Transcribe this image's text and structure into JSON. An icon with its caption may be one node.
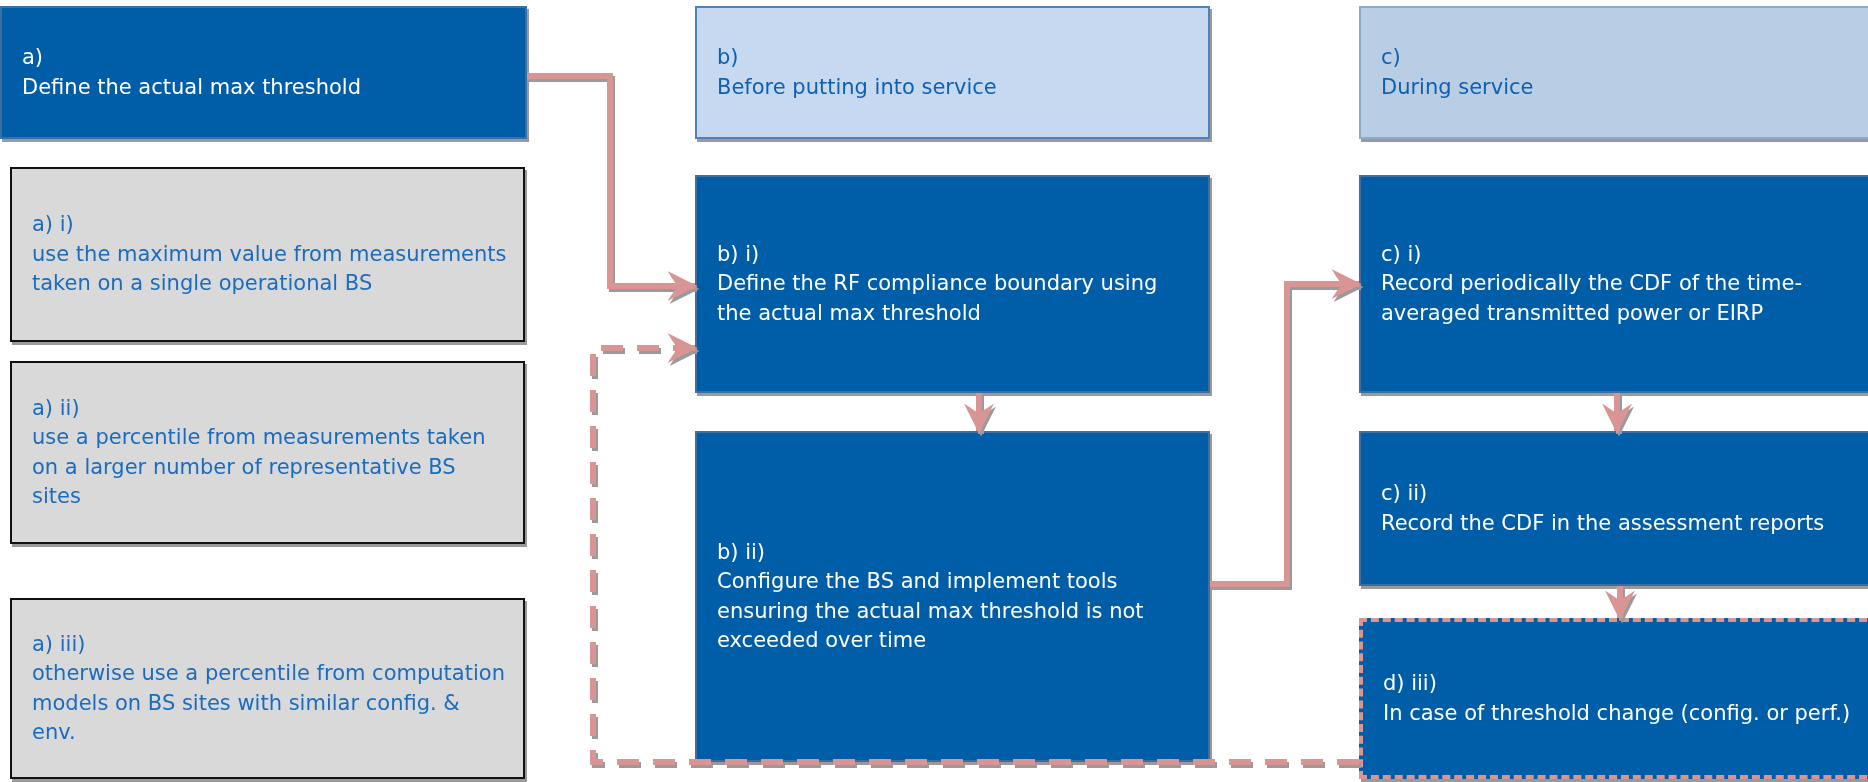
{
  "diagram": {
    "nodes": [
      {
        "text": [
          "a)",
          "Define the actual max threshold"
        ]
      },
      {
        "text": [
          "a) i)",
          "use the maximum value from measurements taken on a single operational BS"
        ]
      },
      {
        "text": [
          "a) ii)",
          "use a percentile from measurements taken on a larger number of representative BS sites"
        ]
      },
      {
        "text": [
          "a) iii)",
          "otherwise use a percentile from computation models on BS sites with similar config. & env."
        ]
      },
      {
        "text": [
          "b)",
          "Before putting into service"
        ]
      },
      {
        "text": [
          "b) i)",
          "Define the RF compliance boundary using the actual max threshold"
        ]
      },
      {
        "text": [
          "b) ii)",
          "Configure the BS and implement tools ensuring the actual max threshold is not exceeded over time"
        ]
      },
      {
        "text": [
          "c)",
          "During service"
        ]
      },
      {
        "text": [
          "c) i)",
          "Record periodically the CDF of the time-averaged transmitted power or EIRP"
        ]
      },
      {
        "text": [
          "c) ii)",
          "Record  the CDF in the assessment reports"
        ]
      },
      {
        "text": [
          "d) iii)",
          "In case of threshold change (config. or perf.)"
        ]
      }
    ],
    "edges": [
      {
        "from": 0,
        "to": 5,
        "arrow": "to"
      },
      {
        "from": 10,
        "to": 5,
        "arrow": "to",
        "style": "dashed"
      },
      {
        "from": 5,
        "to": 6,
        "arrow": "to"
      },
      {
        "from": 6,
        "to": 8,
        "arrow": "to"
      },
      {
        "from": 8,
        "to": 9,
        "arrow": "to"
      },
      {
        "from": 9,
        "to": 10,
        "arrow": "to"
      }
    ]
  }
}
